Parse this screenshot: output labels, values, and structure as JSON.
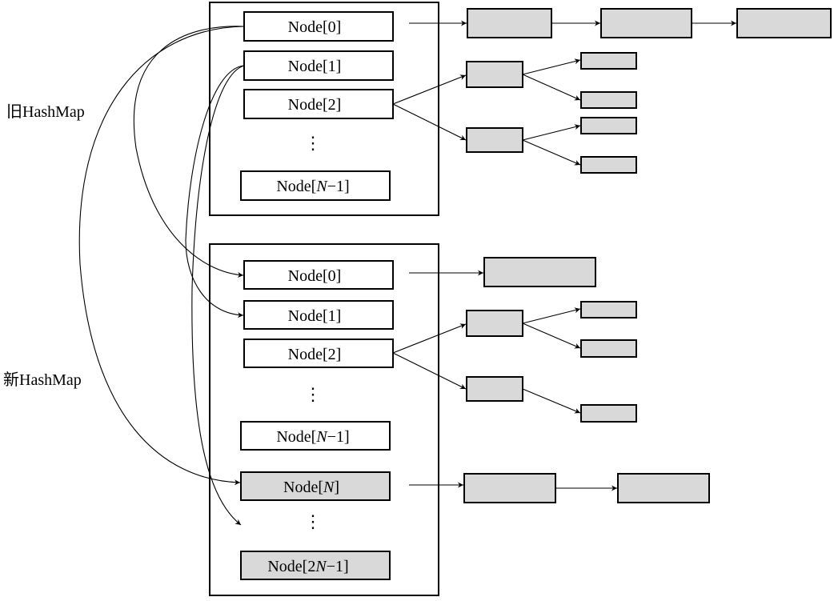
{
  "labels": {
    "old_map": "旧HashMap",
    "new_map": "新HashMap"
  },
  "old_table": {
    "slots": [
      {
        "prefix": "Node[",
        "var": "",
        "suffix": "0]"
      },
      {
        "prefix": "Node[",
        "var": "",
        "suffix": "1]"
      },
      {
        "prefix": "Node[",
        "var": "",
        "suffix": "2]"
      },
      {
        "prefix": "Node[",
        "var": "N",
        "suffix": "−1]"
      }
    ],
    "ellipsis": "⋮"
  },
  "new_table": {
    "slots": [
      {
        "prefix": "Node[",
        "var": "",
        "suffix": "0]"
      },
      {
        "prefix": "Node[",
        "var": "",
        "suffix": "1]"
      },
      {
        "prefix": "Node[",
        "var": "",
        "suffix": "2]"
      },
      {
        "prefix": "Node[",
        "var": "N",
        "suffix": "−1]"
      },
      {
        "prefix": "Node[",
        "var": "N",
        "suffix": "]"
      },
      {
        "prefix": "Node[2",
        "var": "N",
        "suffix": "−1]"
      }
    ],
    "ellipsis": "⋮"
  },
  "colors": {
    "line": "#000000",
    "shaded_fill": "#d9d9d9",
    "background": "#ffffff"
  }
}
